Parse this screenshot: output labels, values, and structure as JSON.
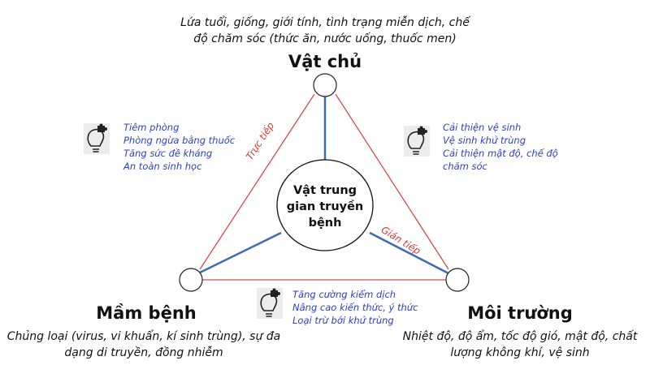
{
  "nodes": {
    "host": {
      "title": "Vật chủ",
      "description_lines": [
        "Lứa tuổi, giống, giới tính, tình trạng miễn dịch, chế",
        "độ chăm sóc (thức ăn, nước uống, thuốc men)"
      ]
    },
    "pathogen": {
      "title": "Mầm bệnh",
      "description_lines": [
        "Chủng loại (virus, vi khuẩn, kí sinh trùng), sự đa",
        "dạng di truyền, đồng nhiễm"
      ]
    },
    "environment": {
      "title": "Môi trường",
      "description_lines": [
        "Nhiệt độ, độ ẩm, tốc độ gió, mật độ, chất",
        "lượng không khí, vệ sinh"
      ]
    },
    "vector": {
      "lines": [
        "Vật trung",
        "gian truyền",
        "bệnh"
      ]
    }
  },
  "edge_labels": {
    "direct": "Trực tiếp",
    "indirect": "Gián tiếp"
  },
  "measures": {
    "host_pathogen": [
      "Tiêm phòng",
      "Phòng ngừa bằng thuốc",
      "Tăng sức đề kháng",
      "An toàn sinh học"
    ],
    "host_environment": [
      "Cải thiện vệ sinh",
      "Vệ sinh khử trùng",
      "Cải thiện mật độ, chế độ",
      "chăm sóc"
    ],
    "pathogen_environment": [
      "Tăng cường kiểm dịch",
      "Nâng cao kiến thức, ý thức",
      "Loại trừ bới khử trùng"
    ]
  },
  "icons": {
    "measure_icon": "lightbulb-puzzle-icon"
  },
  "colors": {
    "triangle_edge": "#d94a4a",
    "spoke": "#3d6bb5",
    "measure_text": "#2b3fc4",
    "label_text": "#d83a3a"
  }
}
